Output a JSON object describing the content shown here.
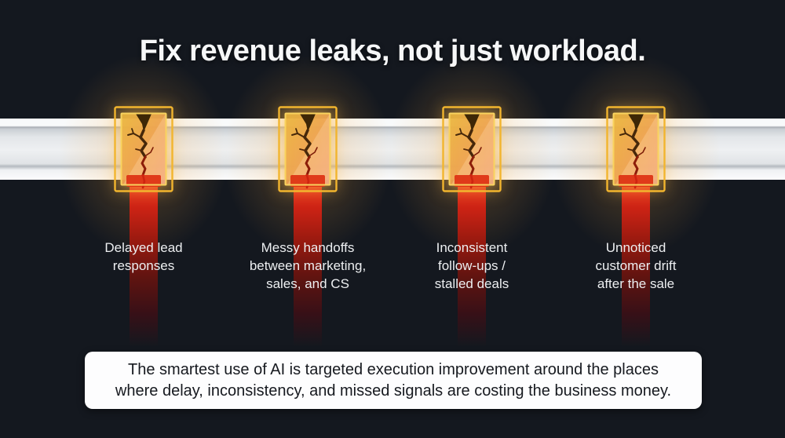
{
  "title": "Fix revenue leaks, not just workload.",
  "colors": {
    "background": "#14181f",
    "accent_gold": "#f2b62e",
    "leak_red": "#ee3a1e",
    "pipe_white": "#eef0f2",
    "label_text": "#edeff1",
    "callout_bg": "#fdfdfe",
    "callout_text": "#16191f"
  },
  "leaks": [
    {
      "icon": "pipe-crack-icon",
      "lines": [
        "Delayed lead",
        "responses"
      ]
    },
    {
      "icon": "pipe-crack-icon",
      "lines": [
        "Messy handoffs",
        "between marketing,",
        "sales, and CS"
      ]
    },
    {
      "icon": "pipe-crack-icon",
      "lines": [
        "Inconsistent",
        "follow-ups /",
        "stalled deals"
      ]
    },
    {
      "icon": "pipe-crack-icon",
      "lines": [
        "Unnoticed",
        "customer drift",
        "after the sale"
      ]
    }
  ],
  "callout": {
    "text": "The smartest use of AI is targeted execution improvement around the places where delay, inconsistency, and missed signals are costing the business money.",
    "lines": [
      "The smartest use of AI is targeted execution improvement around the places",
      "where delay, inconsistency, and missed signals are costing the business money."
    ]
  }
}
